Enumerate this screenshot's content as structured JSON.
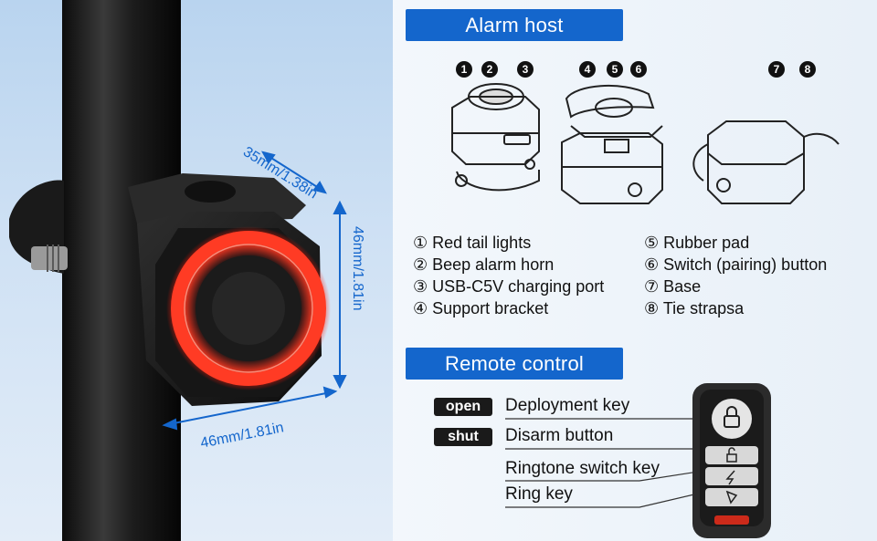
{
  "sections": {
    "alarm_host": "Alarm host",
    "remote_control": "Remote control"
  },
  "dimensions": {
    "depth": "35mm/1.38in",
    "height": "46mm/1.81in",
    "width": "46mm/1.81in"
  },
  "callouts": [
    "1",
    "2",
    "3",
    "4",
    "5",
    "6",
    "7",
    "8"
  ],
  "parts_left": [
    "① Red tail lights",
    "② Beep alarm horn",
    "③ USB-C5V charging port",
    "④ Support bracket"
  ],
  "parts_right": [
    "⑤ Rubber pad",
    "⑥ Switch (pairing) button",
    "⑦ Base",
    "⑧ Tie strapsa"
  ],
  "remote": {
    "open_badge": "open",
    "shut_badge": "shut",
    "deployment_key": "Deployment key",
    "disarm_button": "Disarm button",
    "ringtone_switch_key": "Ringtone switch key",
    "ring_key": "Ring key"
  },
  "colors": {
    "accent": "#1466cc",
    "tail_light": "#ff2a1a"
  }
}
